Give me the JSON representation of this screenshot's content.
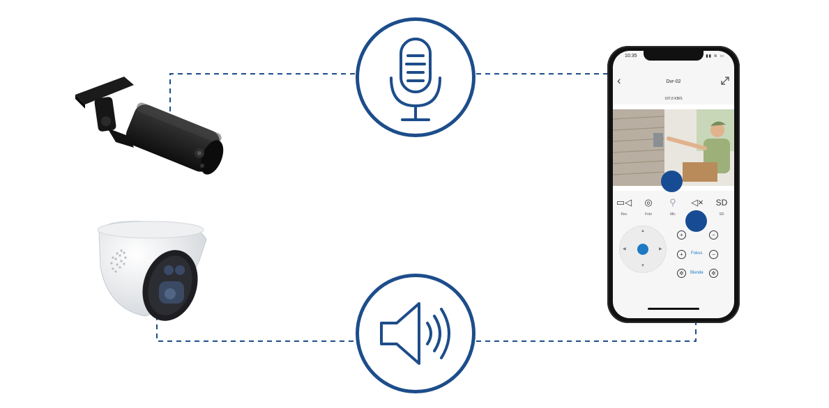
{
  "colors": {
    "accent_blue": "#1d4d8a",
    "app_blue": "#1c79c4",
    "marker_blue": "#174c94"
  },
  "features": {
    "top_icon": "microphone-icon",
    "bottom_icon": "speaker-icon"
  },
  "phone": {
    "status_time": "10:35",
    "status_icons": "▮▮ ≋ ▭",
    "device_title": "Dvr-02",
    "bitrate": "197,6 KB/S",
    "toolbar": [
      {
        "label": "Rec",
        "icon": "video-camera-icon"
      },
      {
        "label": "Foto",
        "icon": "photo-camera-icon"
      },
      {
        "label": "Mic",
        "icon": "microphone-icon"
      },
      {
        "label": "",
        "icon": "mute-icon"
      },
      {
        "label": "SD",
        "icon": "sd-card-icon",
        "glyph": "SD"
      }
    ],
    "controls": {
      "fokus": "Fokus",
      "blende": "Blende"
    }
  },
  "cameras": {
    "bullet": "bullet-camera",
    "dome": "dome-camera"
  }
}
